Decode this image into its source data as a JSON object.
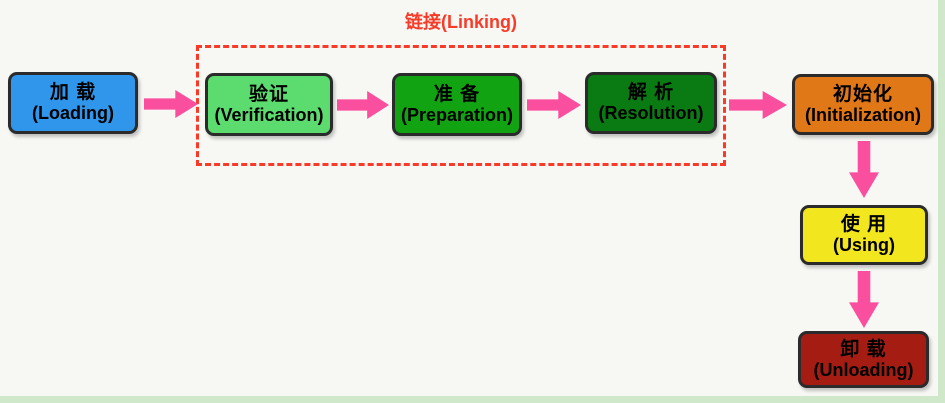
{
  "colors": {
    "arrow": "#fa4f9e",
    "accent": "#f83b28",
    "frame": "#cfe8ca"
  },
  "linking": {
    "title": "链接(Linking)"
  },
  "nodes": [
    {
      "id": "loading",
      "zh": "加 载",
      "en": "(Loading)",
      "color": "#2f96ec"
    },
    {
      "id": "verification",
      "zh": "验证",
      "en": "(Verification)",
      "color": "#5cdc6e"
    },
    {
      "id": "preparation",
      "zh": "准 备",
      "en": "(Preparation)",
      "color": "#12a312"
    },
    {
      "id": "resolution",
      "zh": "解 析",
      "en": "(Resolution)",
      "color": "#0a7a12"
    },
    {
      "id": "initialization",
      "zh": "初始化",
      "en": "(Initialization)",
      "color": "#e07818"
    },
    {
      "id": "using",
      "zh": "使 用",
      "en": "(Using)",
      "color": "#f2e71f"
    },
    {
      "id": "unloading",
      "zh": "卸 载",
      "en": "(Unloading)",
      "color": "#a51c12"
    }
  ]
}
